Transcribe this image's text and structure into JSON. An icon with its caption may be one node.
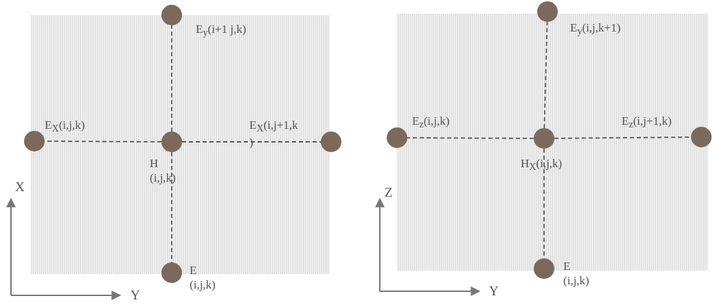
{
  "diagram": {
    "nodes": [
      {
        "text": [
          "E$_{y}$(i+1 j,k)"
        ]
      },
      {
        "text": [
          "E$_{X}$(i,j,k)"
        ]
      },
      {
        "text": [
          "H (i,j,k)"
        ]
      },
      {
        "text": [
          "E$_{X}$(i,j+1,k )"
        ]
      },
      {
        "text": [
          "E (i,j,k)"
        ]
      },
      {
        "text": [
          "E$_{y}$(i,j,k+1)"
        ]
      },
      {
        "text": [
          "E$_{z}$(i,j,k)"
        ]
      },
      {
        "text": [
          "H$_{X}$(i,j,k)"
        ]
      },
      {
        "text": [
          "E$_{z}$(i,j+1,k)"
        ]
      },
      {
        "text": [
          "E (i,j,k)"
        ]
      }
    ],
    "edges": [
      {
        "from": 2,
        "to": 0,
        "arrow": "none",
        "style": "dashed"
      },
      {
        "from": 2,
        "to": 1,
        "arrow": "none",
        "style": "dashed"
      },
      {
        "from": 2,
        "to": 3,
        "arrow": "none",
        "style": "dashed"
      },
      {
        "from": 2,
        "to": 4,
        "arrow": "none",
        "style": "dashed"
      },
      {
        "from": 7,
        "to": 5,
        "arrow": "none",
        "style": "dashed"
      },
      {
        "from": 7,
        "to": 6,
        "arrow": "none",
        "style": "dashed"
      },
      {
        "from": 7,
        "to": 8,
        "arrow": "none",
        "style": "dashed"
      },
      {
        "from": 7,
        "to": 9,
        "arrow": "none",
        "style": "dashed"
      }
    ],
    "labels": [
      "X",
      "Y",
      "Z",
      "Y"
    ]
  }
}
